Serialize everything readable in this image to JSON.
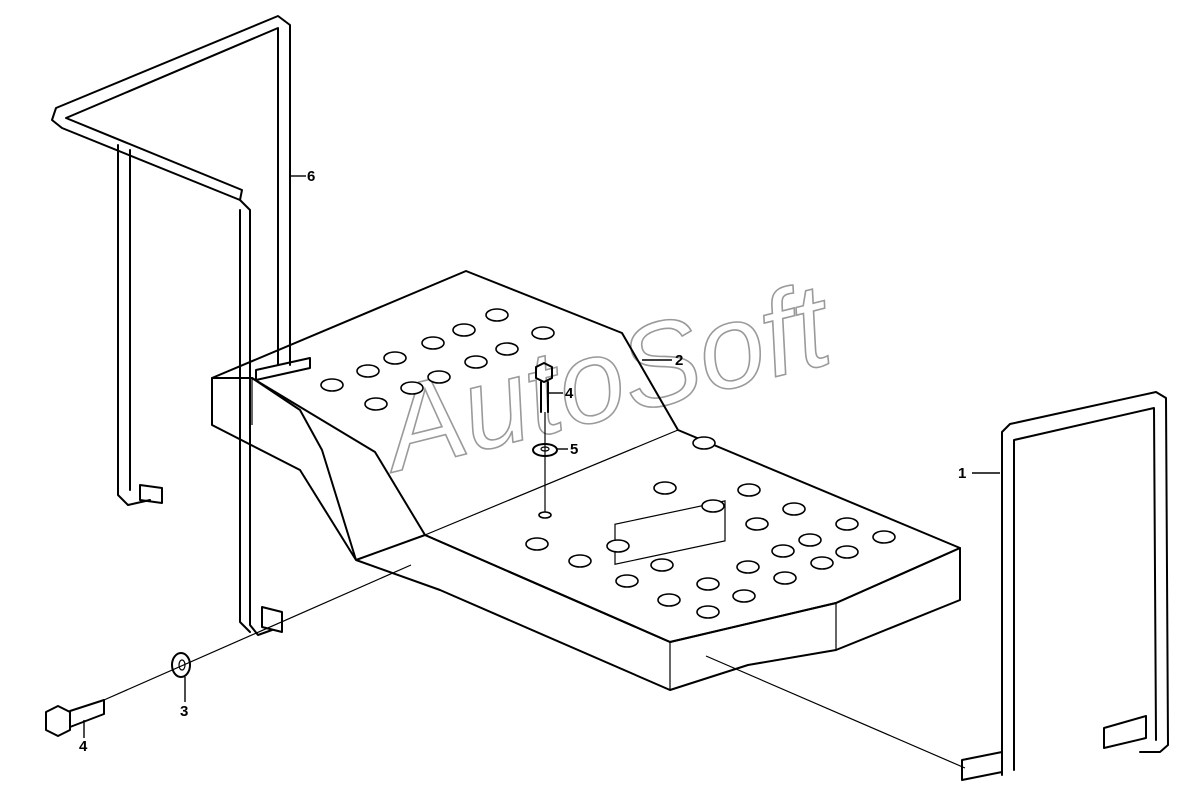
{
  "callouts": {
    "c1": "1",
    "c2": "2",
    "c3": "3",
    "c4_bolt": "4",
    "c4_screw": "4",
    "c5": "5",
    "c6": "6"
  },
  "watermark": "AutoSoft",
  "colors": {
    "line": "#000000",
    "watermark": "#9a9a9a",
    "background": "#ffffff"
  }
}
